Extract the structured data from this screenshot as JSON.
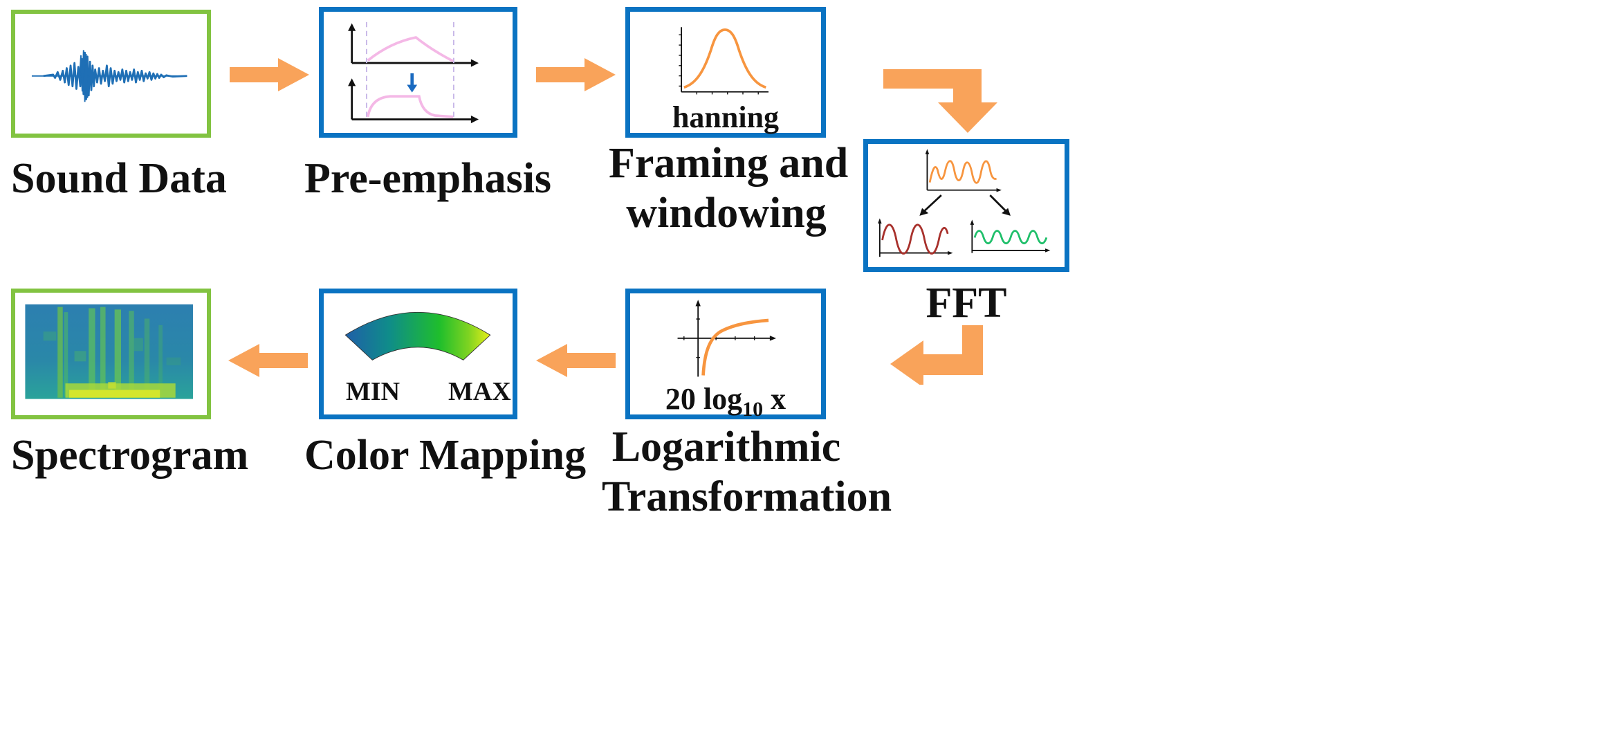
{
  "steps": {
    "sound_data": {
      "label": "Sound Data"
    },
    "pre_emphasis": {
      "label": "Pre-emphasis"
    },
    "framing": {
      "label_line1": "Framing and",
      "label_line2": "windowing",
      "window_name": "hanning"
    },
    "fft": {
      "label": "FFT"
    },
    "log_transform": {
      "label_line1": "Logarithmic",
      "label_line2": "Transformation",
      "formula_prefix": "20 log",
      "formula_sub": "10",
      "formula_suffix": " x"
    },
    "color_mapping": {
      "label": "Color Mapping",
      "min_label": "MIN",
      "max_label": "MAX"
    },
    "spectrogram": {
      "label": "Spectrogram"
    }
  },
  "colors": {
    "green_border": "#82c341",
    "blue_border": "#0a73c2",
    "arrow": "#f9a35a",
    "waveform": "#1f6fb5",
    "pink_curve": "#f4b8e6",
    "hanning_curve": "#f7953f"
  }
}
